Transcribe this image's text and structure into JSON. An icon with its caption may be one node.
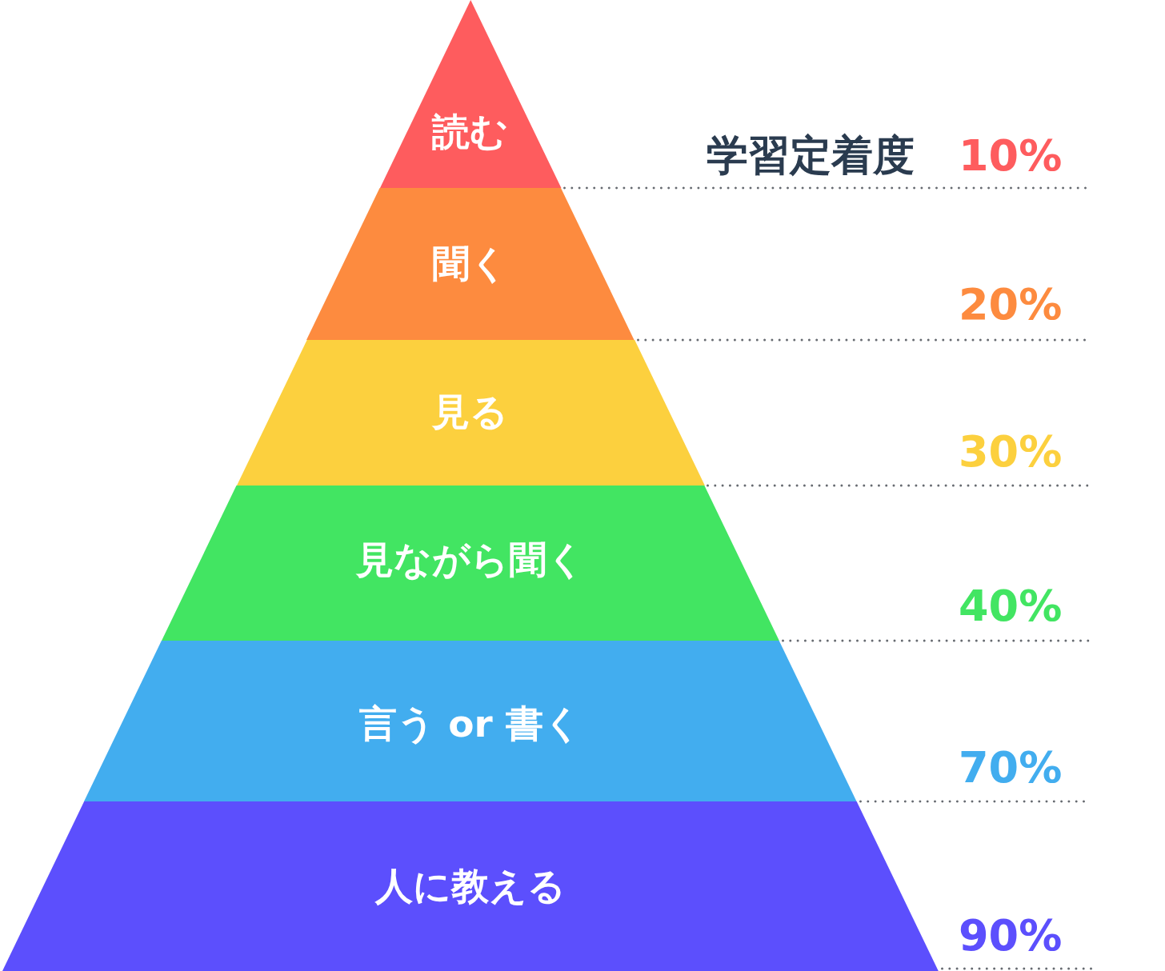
{
  "diagram": {
    "nodes": [
      {
        "text": [
          "読む"
        ]
      },
      {
        "text": [
          "聞く"
        ]
      },
      {
        "text": [
          "見る"
        ]
      },
      {
        "text": [
          "見ながら聞く"
        ]
      },
      {
        "text": [
          "言う or 書く"
        ]
      },
      {
        "text": [
          "人に教える"
        ]
      }
    ],
    "labels": [
      "学習定着度",
      "10%",
      "20%",
      "30%",
      "40%",
      "70%",
      "90%"
    ]
  }
}
